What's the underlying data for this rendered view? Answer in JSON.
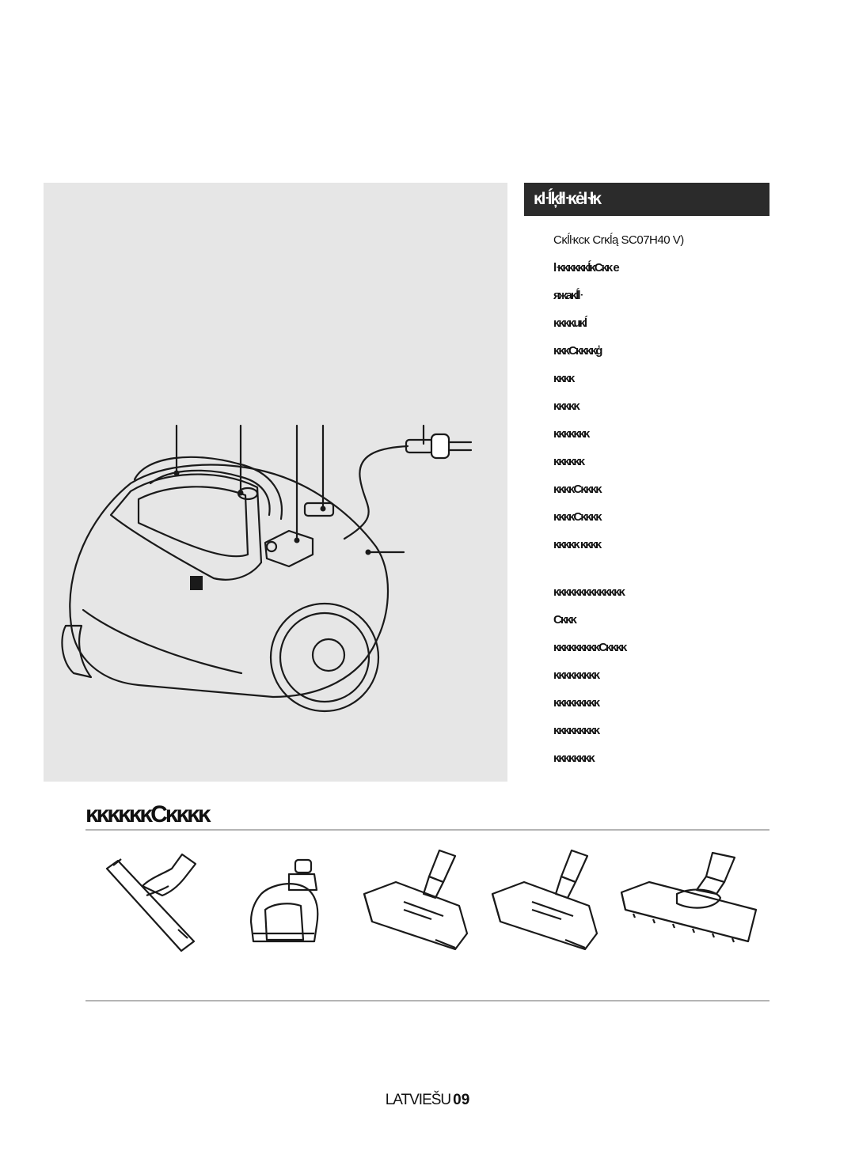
{
  "spec_panel": {
    "title": "ĸŀĺķłŀĸėŀłĸ",
    "items": [
      "Сĸĺŀĸсĸ Сrĸĺą SC07H40   V)",
      "ŀĸĸĸĸĸĸĺĸСĸĸ е",
      "яжаĸĺŀ",
      "ĸĸĸĸuĸĺ",
      "ĸĸĸСĸĸĸĸģ",
      "ĸĸĸĸ",
      "ĸĸĸĸĸ",
      "ĸĸĸĸĸĸĸ",
      "ĸĸĸĸĸĸ",
      "ĸĸĸĸСĸĸĸĸ",
      "ĸĸĸĸСĸĸĸĸ",
      "ĸĸĸĸĸ ĸĸĸĸ",
      "ĸĸĸĸĸĸĸĸĸĸĸĸĸĸ",
      "Сĸĸĸ",
      "ĸĸĸĸĸĸĸĸĸСĸĸĸĸ",
      "ĸĸĸĸĸĸĸĸĸ",
      "ĸĸĸĸĸĸĸĸĸ",
      "ĸĸĸĸĸĸĸĸĸ",
      "ĸĸĸĸĸĸĸĸ"
    ]
  },
  "accessories": {
    "title": "ĸĸĸĸĸĸСĸĸĸĸ",
    "items": [
      "upholstery-nozzle",
      "turbo-brush",
      "floor-brush",
      "floor-brush-2",
      "parquet-brush"
    ]
  },
  "footer": {
    "language": "LATVIEŠU",
    "page_number": "09"
  }
}
